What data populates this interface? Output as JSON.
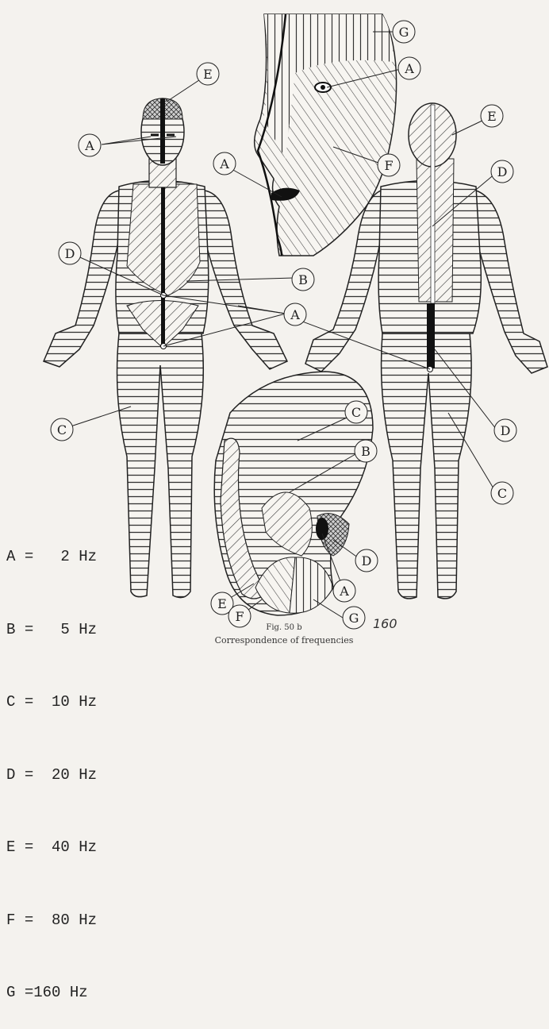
{
  "labels": {
    "a": "A",
    "b": "B",
    "c": "C",
    "d": "D",
    "e": "E",
    "f": "F",
    "g": "G"
  },
  "legend": [
    {
      "key": "A",
      "value": "=   2 Hz"
    },
    {
      "key": "B",
      "value": "=   5 Hz"
    },
    {
      "key": "C",
      "value": "=  10 Hz"
    },
    {
      "key": "D",
      "value": "=  20 Hz"
    },
    {
      "key": "E",
      "value": "=  40 Hz"
    },
    {
      "key": "F",
      "value": "=  80 Hz"
    },
    {
      "key": "G",
      "value": "=160 Hz"
    }
  ],
  "caption": {
    "figure": "Fig. 50 b",
    "title": "Correspondence of frequencies",
    "page_number": "160"
  }
}
